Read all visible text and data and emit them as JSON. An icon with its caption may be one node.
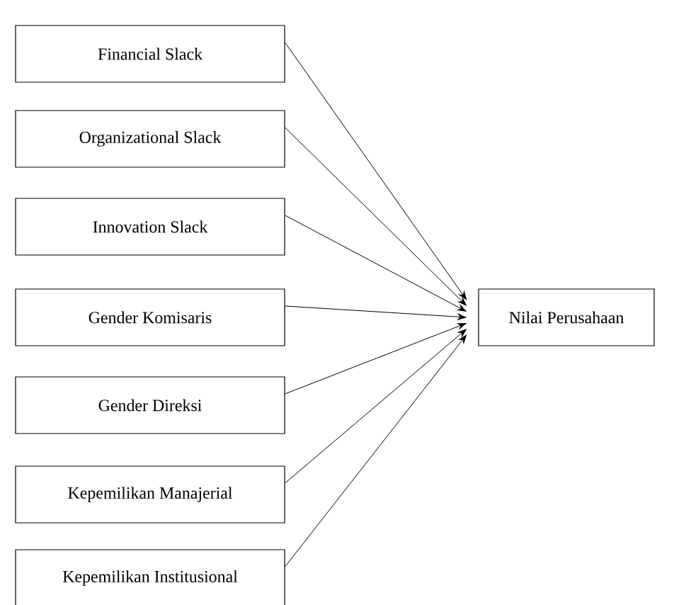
{
  "diagram": {
    "nodes": [
      {
        "text": [
          "Financial Slack"
        ]
      },
      {
        "text": [
          "Organizational Slack"
        ]
      },
      {
        "text": [
          "Innovation Slack"
        ]
      },
      {
        "text": [
          "Gender Komisaris"
        ]
      },
      {
        "text": [
          "Gender Direksi"
        ]
      },
      {
        "text": [
          "Kepemilikan Manajerial"
        ]
      },
      {
        "text": [
          "Kepemilikan Institusional"
        ]
      },
      {
        "text": [
          "Nilai Perusahaan"
        ]
      }
    ],
    "edges": [
      {
        "from": 0,
        "to": 7,
        "arrow": "to"
      },
      {
        "from": 1,
        "to": 7,
        "arrow": "to"
      },
      {
        "from": 2,
        "to": 7,
        "arrow": "to"
      },
      {
        "from": 3,
        "to": 7,
        "arrow": "to"
      },
      {
        "from": 4,
        "to": 7,
        "arrow": "to"
      },
      {
        "from": 5,
        "to": 7,
        "arrow": "to"
      },
      {
        "from": 6,
        "to": 7,
        "arrow": "to"
      }
    ]
  }
}
